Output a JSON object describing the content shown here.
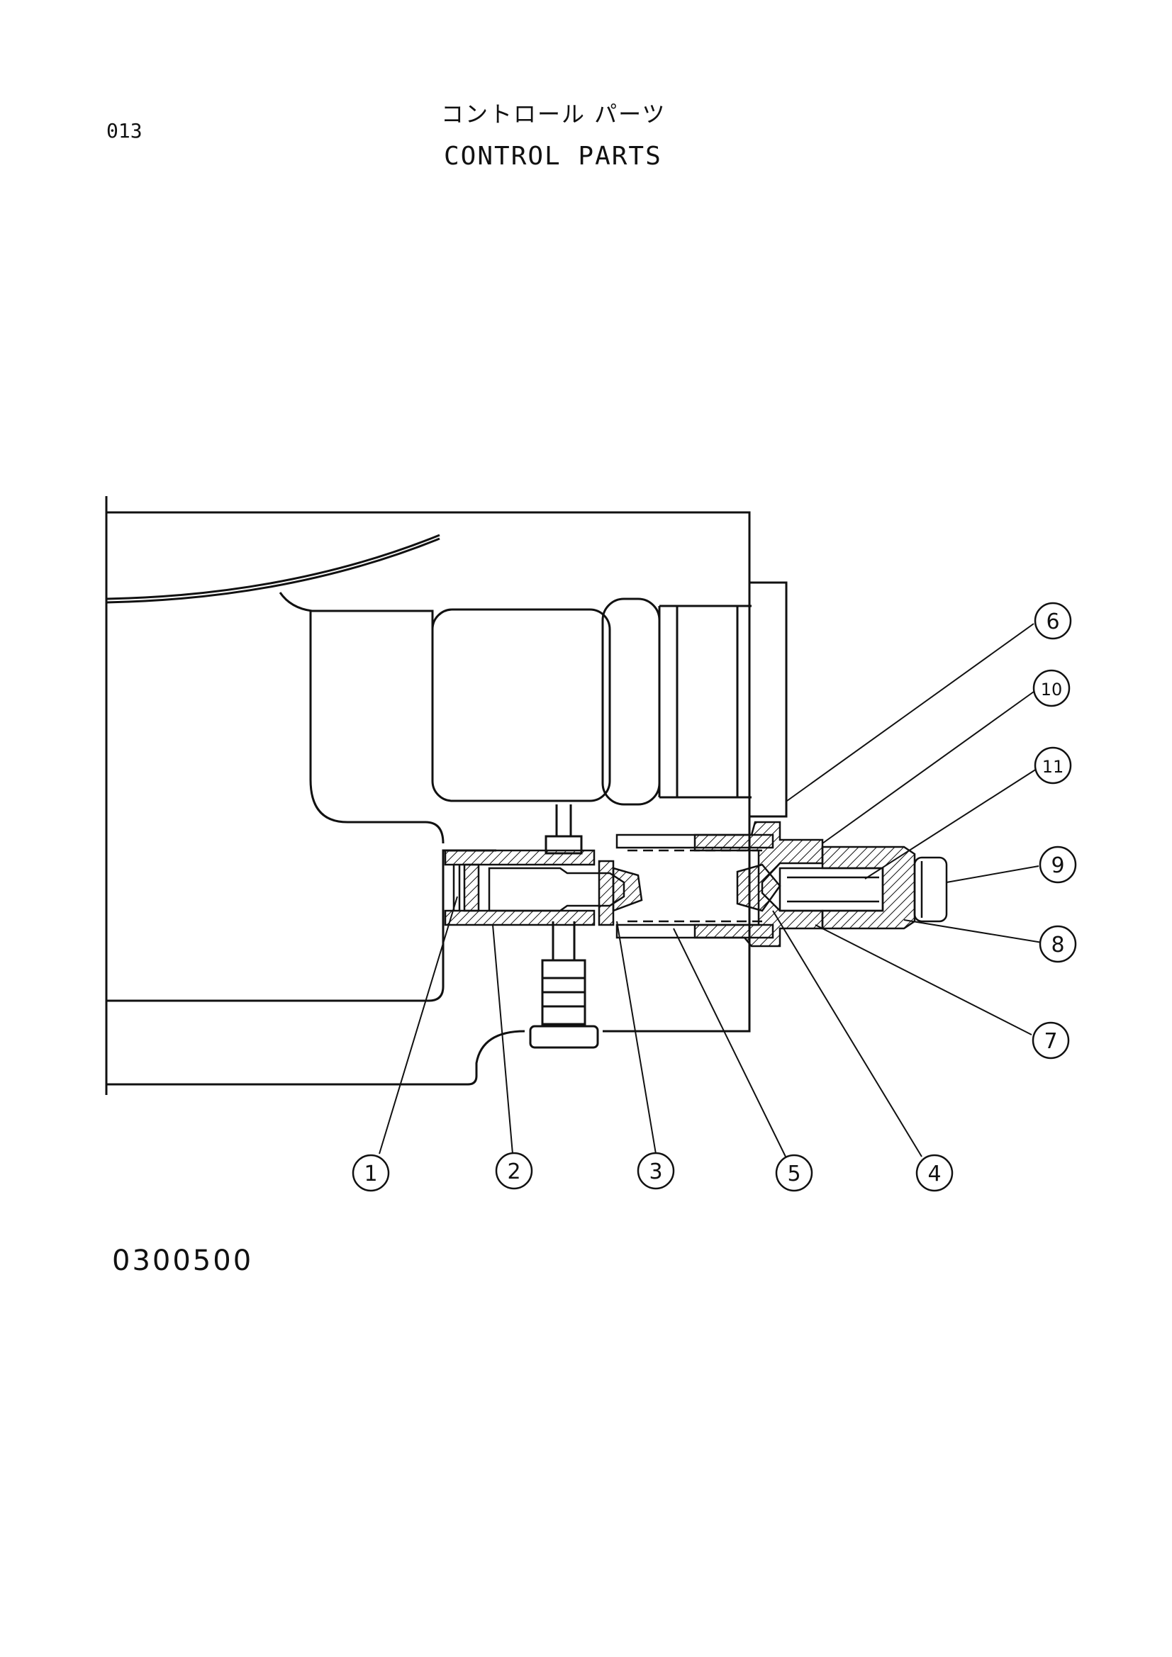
{
  "header": {
    "page_number": "013",
    "title_jp": "コントロール パーツ",
    "title_en": "CONTROL PARTS"
  },
  "footer": {
    "drawing_code": "0300500"
  },
  "callouts": [
    "1",
    "2",
    "3",
    "4",
    "5",
    "6",
    "7",
    "8",
    "9",
    "10",
    "11"
  ]
}
